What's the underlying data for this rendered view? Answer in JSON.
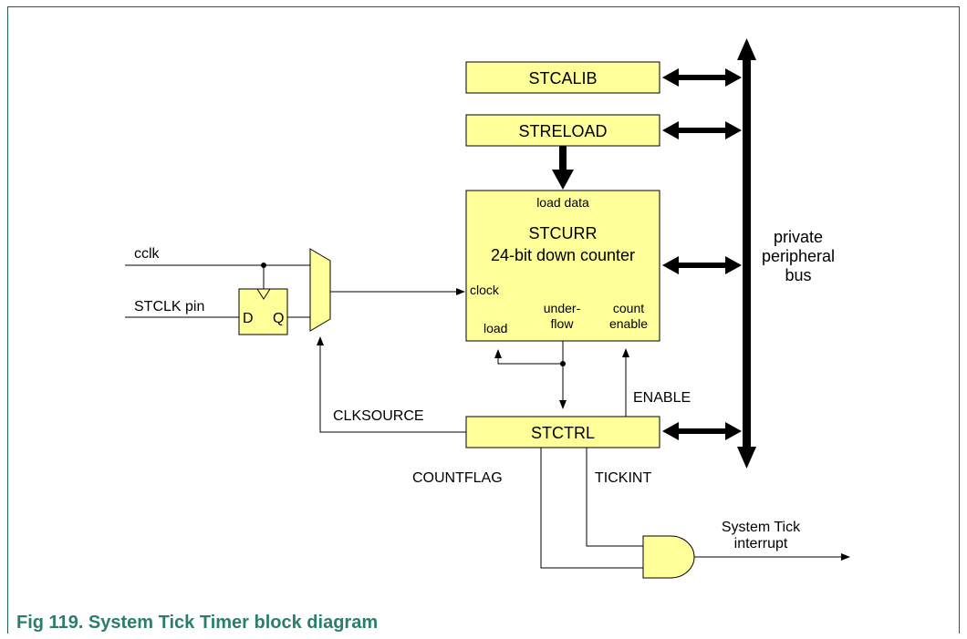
{
  "registers": {
    "stcalib": "STCALIB",
    "streload": "STRELOAD",
    "stcurr_load_data": "load data",
    "stcurr_title": "STCURR",
    "stcurr_subtitle": "24-bit down counter",
    "stcurr_clock": "clock",
    "stcurr_load": "load",
    "stcurr_underflow_1": "under-",
    "stcurr_underflow_2": "flow",
    "stcurr_count_1": "count",
    "stcurr_count_2": "enable",
    "stctrl": "STCTRL"
  },
  "inputs": {
    "cclk": "cclk",
    "stclk_pin": "STCLK pin",
    "ff_d": "D",
    "ff_q": "Q"
  },
  "signals": {
    "clksource": "CLKSOURCE",
    "enable": "ENABLE",
    "countflag": "COUNTFLAG",
    "tickint": "TICKINT",
    "system_tick_1": "System Tick",
    "system_tick_2": "interrupt"
  },
  "bus": {
    "line1": "private",
    "line2": "peripheral",
    "line3": "bus"
  },
  "caption": "Fig 119. System Tick Timer block diagram",
  "colors": {
    "block_fill": "#ffff99",
    "caption": "#2b7d6f",
    "frame": "#1b5e57"
  }
}
